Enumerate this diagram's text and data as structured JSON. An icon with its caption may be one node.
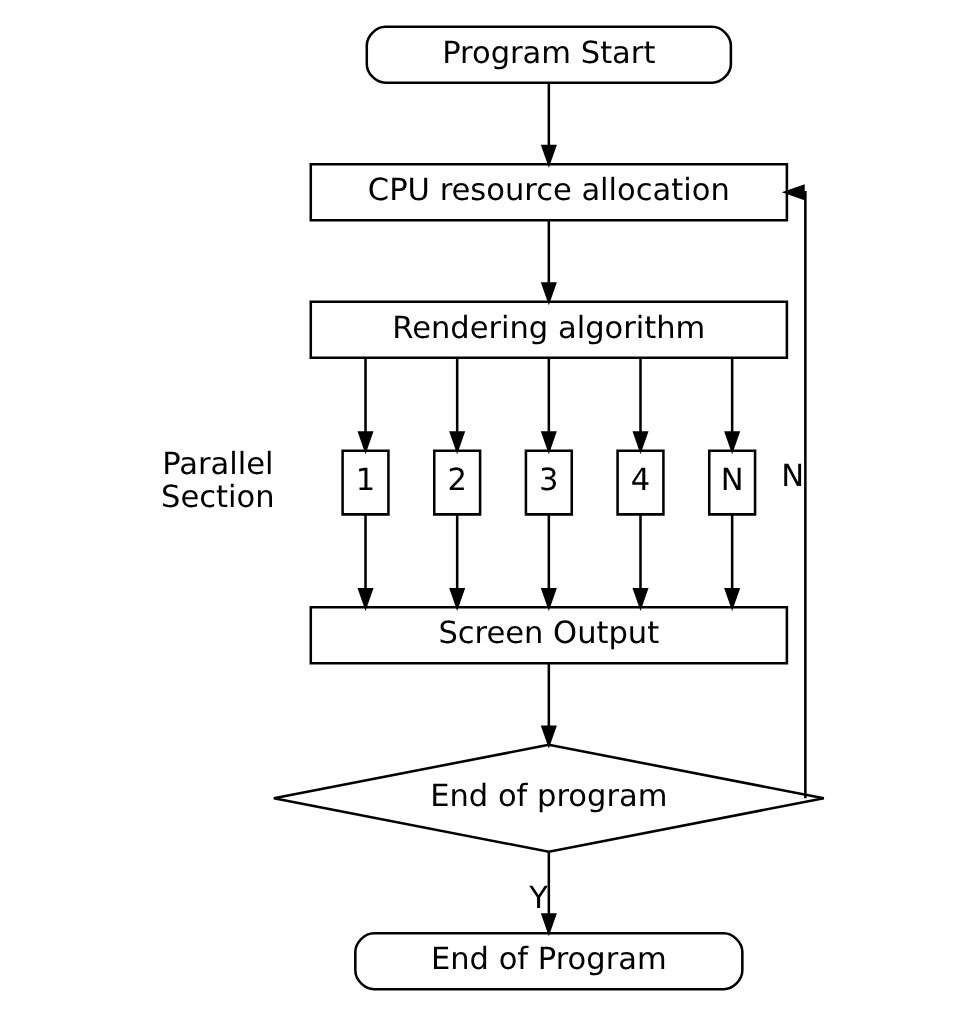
{
  "diagram": {
    "nodes": [
      {
        "text": [
          "Program Start"
        ]
      },
      {
        "text": [
          "CPU resource allocation"
        ]
      },
      {
        "text": [
          "Rendering algorithm"
        ]
      },
      {
        "text": [
          "1"
        ]
      },
      {
        "text": [
          "2"
        ]
      },
      {
        "text": [
          "3"
        ]
      },
      {
        "text": [
          "4"
        ]
      },
      {
        "text": [
          "N"
        ]
      },
      {
        "text": [
          "Screen Output"
        ]
      },
      {
        "text": [
          "End of program"
        ]
      },
      {
        "text": [
          "End of Program"
        ]
      }
    ],
    "edges": [
      {
        "from": 0,
        "to": 1,
        "arrow": "to"
      },
      {
        "from": 1,
        "to": 2,
        "arrow": "to"
      },
      {
        "from": 2,
        "to": 3,
        "arrow": "to"
      },
      {
        "from": 2,
        "to": 4,
        "arrow": "to"
      },
      {
        "from": 2,
        "to": 5,
        "arrow": "to"
      },
      {
        "from": 2,
        "to": 6,
        "arrow": "to"
      },
      {
        "from": 2,
        "to": 7,
        "arrow": "to"
      },
      {
        "from": 3,
        "to": 8,
        "arrow": "to"
      },
      {
        "from": 4,
        "to": 8,
        "arrow": "to"
      },
      {
        "from": 5,
        "to": 8,
        "arrow": "to"
      },
      {
        "from": 6,
        "to": 8,
        "arrow": "to"
      },
      {
        "from": 7,
        "to": 8,
        "arrow": "to"
      },
      {
        "from": 8,
        "to": 9,
        "arrow": "to"
      },
      {
        "from": 9,
        "to": 10,
        "label": "Y",
        "arrow": "to"
      },
      {
        "from": 9,
        "to": 1,
        "label": "N",
        "arrow": "to"
      }
    ],
    "labels": [
      "Parallel Section"
    ]
  }
}
